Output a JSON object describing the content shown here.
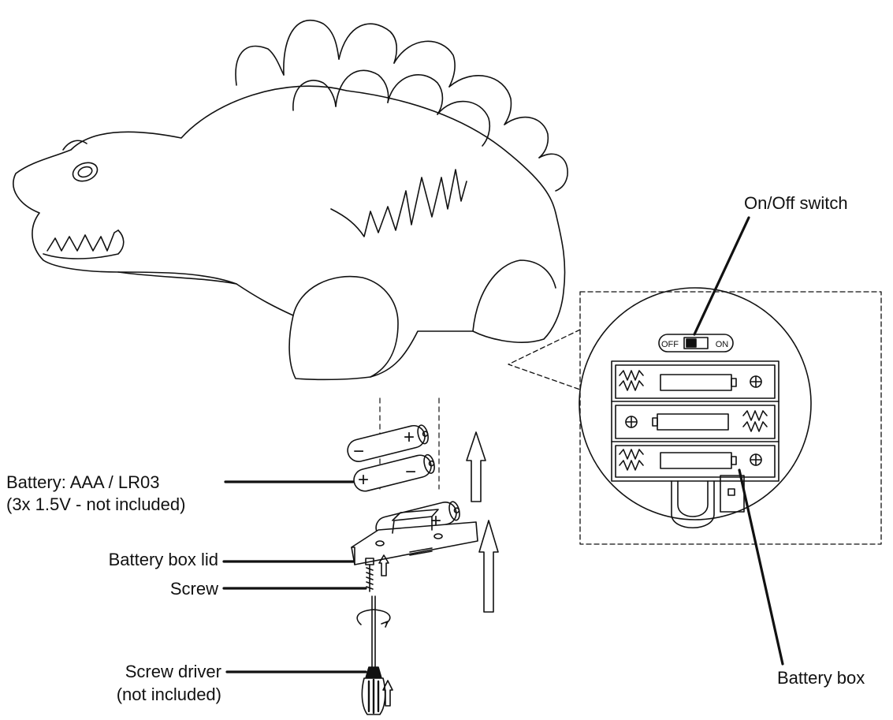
{
  "labels": {
    "on_off_switch": "On/Off switch",
    "battery": "Battery: AAA / LR03",
    "battery_note": "(3x 1.5V - not included)",
    "battery_box_lid": "Battery box lid",
    "screw": "Screw",
    "screw_driver": "Screw driver",
    "screw_driver_note": "(not included)",
    "battery_box": "Battery box"
  },
  "switch": {
    "off": "OFF",
    "on": "ON"
  },
  "battery_marks": {
    "plus": "+",
    "minus": "−"
  },
  "colors": {
    "line": "#111111",
    "background": "#ffffff",
    "switch_fill": "#111111"
  }
}
